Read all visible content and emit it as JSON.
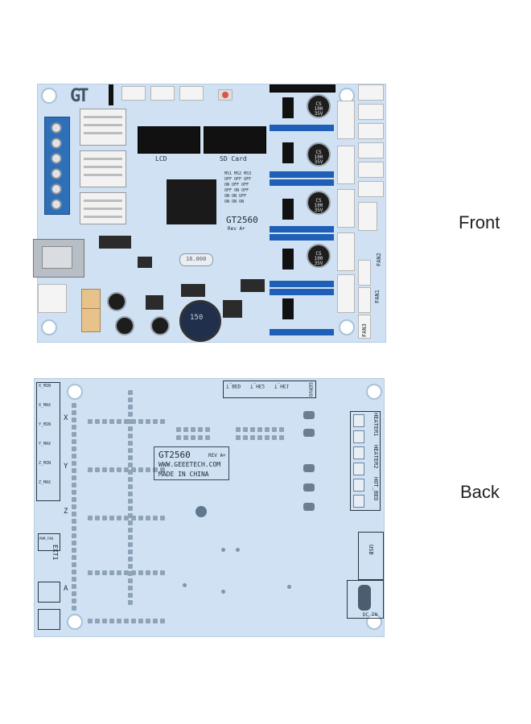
{
  "captions": {
    "front": "Front",
    "back": "Back"
  },
  "front_board": {
    "model": "GT2560",
    "revision": "Rev A+",
    "lcd_label": "LCD",
    "sd_label": "SD Card",
    "crystal": "16.000",
    "inductor": "150",
    "capacitor_labels": [
      "CS 100 35V",
      "CS 100 35V",
      "CS 100 35V",
      "CS 100 35V"
    ],
    "fan_labels": [
      "FAN2",
      "FAN1",
      "FAN3"
    ],
    "ms_table": [
      "MS1 MS2 MS3",
      "OFF OFF OFF",
      "ON OFF OFF",
      "OFF ON OFF",
      "ON ON OFF",
      "ON ON ON"
    ]
  },
  "back_board": {
    "model": "GT2560",
    "revision": "REV A+",
    "website": "WWW.GEEETECH.COM",
    "made_in": "MADE IN CHINA",
    "right_labels": [
      "HEATER1",
      "HEATER2",
      "HOT_BED"
    ],
    "usb_label": "USB",
    "power_label": "DC IN",
    "axis_labels": [
      "X",
      "Y",
      "Z",
      "EXT1",
      "A"
    ],
    "endstop_labels": [
      "X_MIN",
      "X_MAX",
      "Y_MIN",
      "Y_MAX",
      "Z_MIN",
      "Z_MAX"
    ],
    "top_labels": [
      "T_BED",
      "T_HE2",
      "T_HE1",
      "SERVO"
    ],
    "pwm_label": "PWM_FAN"
  },
  "colors": {
    "pcb": "#cfe1f3",
    "terminal_blue": "#2d6fb8",
    "header_black": "#111111"
  }
}
